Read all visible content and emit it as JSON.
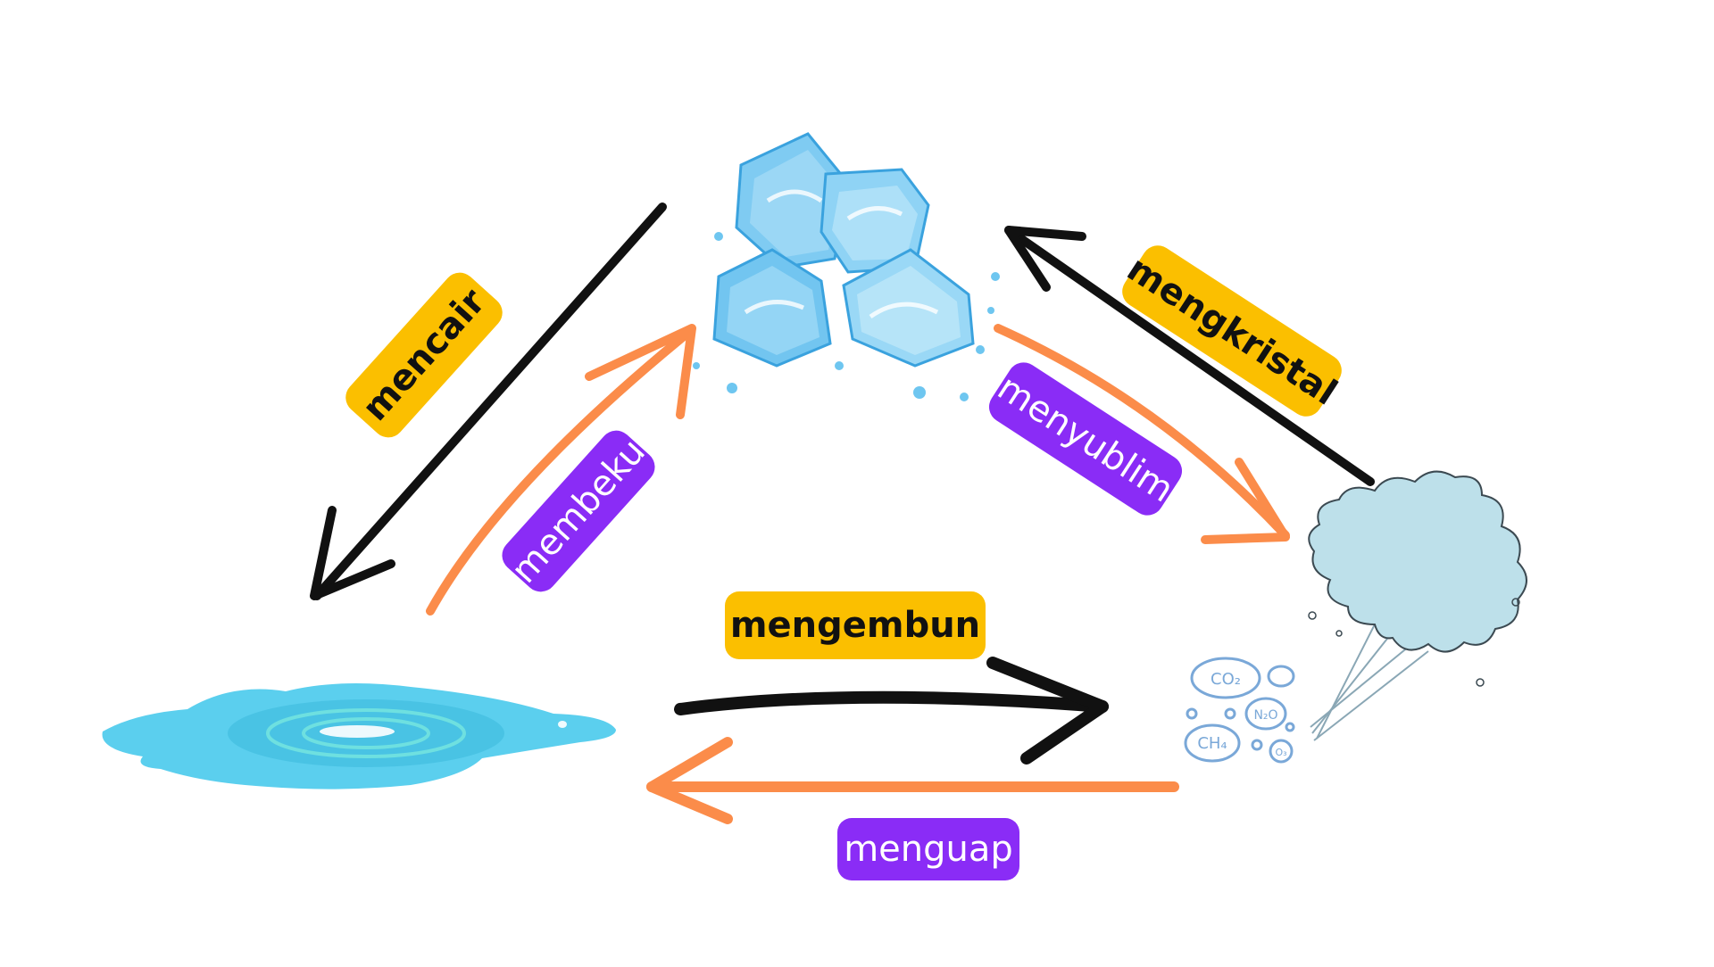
{
  "labels": {
    "mencair": "mencair",
    "membeku": "membeku",
    "mengkristal": "mengkristal",
    "menyublim": "menyublim",
    "mengembun": "mengembun",
    "menguap": "menguap"
  },
  "gas_bubbles": {
    "co2": "CO₂",
    "n2o": "N₂O",
    "ch4": "CH₄",
    "o3": "O₃"
  },
  "colors": {
    "yellow": "#fbbf00",
    "purple": "#8a2cf6",
    "orange_arrow": "#fb8c4a",
    "black_arrow": "#111111",
    "ice": "#6ec6f0",
    "water": "#5bcfee",
    "cloud": "#bde0ea"
  }
}
